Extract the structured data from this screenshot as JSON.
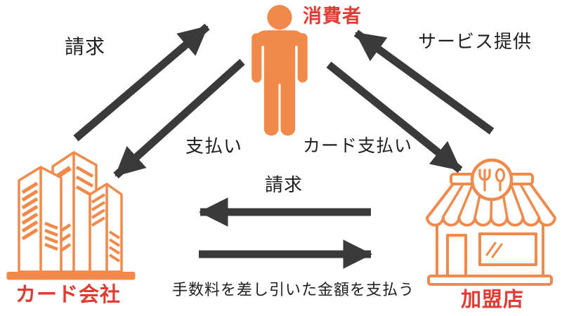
{
  "theme": {
    "orange": "#F0894A",
    "red": "#E23B33",
    "arrow": "#3A3A3A",
    "text": "#1F1F1F",
    "background": "#FFFFFF"
  },
  "nodes": {
    "consumer": {
      "label": "消費者",
      "icon": "person-icon"
    },
    "card_company": {
      "label": "カード会社",
      "icon": "office-buildings-icon"
    },
    "merchant": {
      "label": "加盟店",
      "icon": "storefront-icon"
    }
  },
  "flows": {
    "billing_to_consumer": {
      "label": "請求",
      "from": "card_company",
      "to": "consumer"
    },
    "payment_to_card_company": {
      "label": "支払い",
      "from": "consumer",
      "to": "card_company"
    },
    "service_to_consumer": {
      "label": "サービス提供",
      "from": "merchant",
      "to": "consumer"
    },
    "card_payment_to_merchant": {
      "label": "カード支払い",
      "from": "consumer",
      "to": "merchant"
    },
    "billing_to_card_company": {
      "label": "請求",
      "from": "merchant",
      "to": "card_company"
    },
    "payout_to_merchant": {
      "label": "手数料を差し引いた金額を支払う",
      "from": "card_company",
      "to": "merchant"
    }
  }
}
